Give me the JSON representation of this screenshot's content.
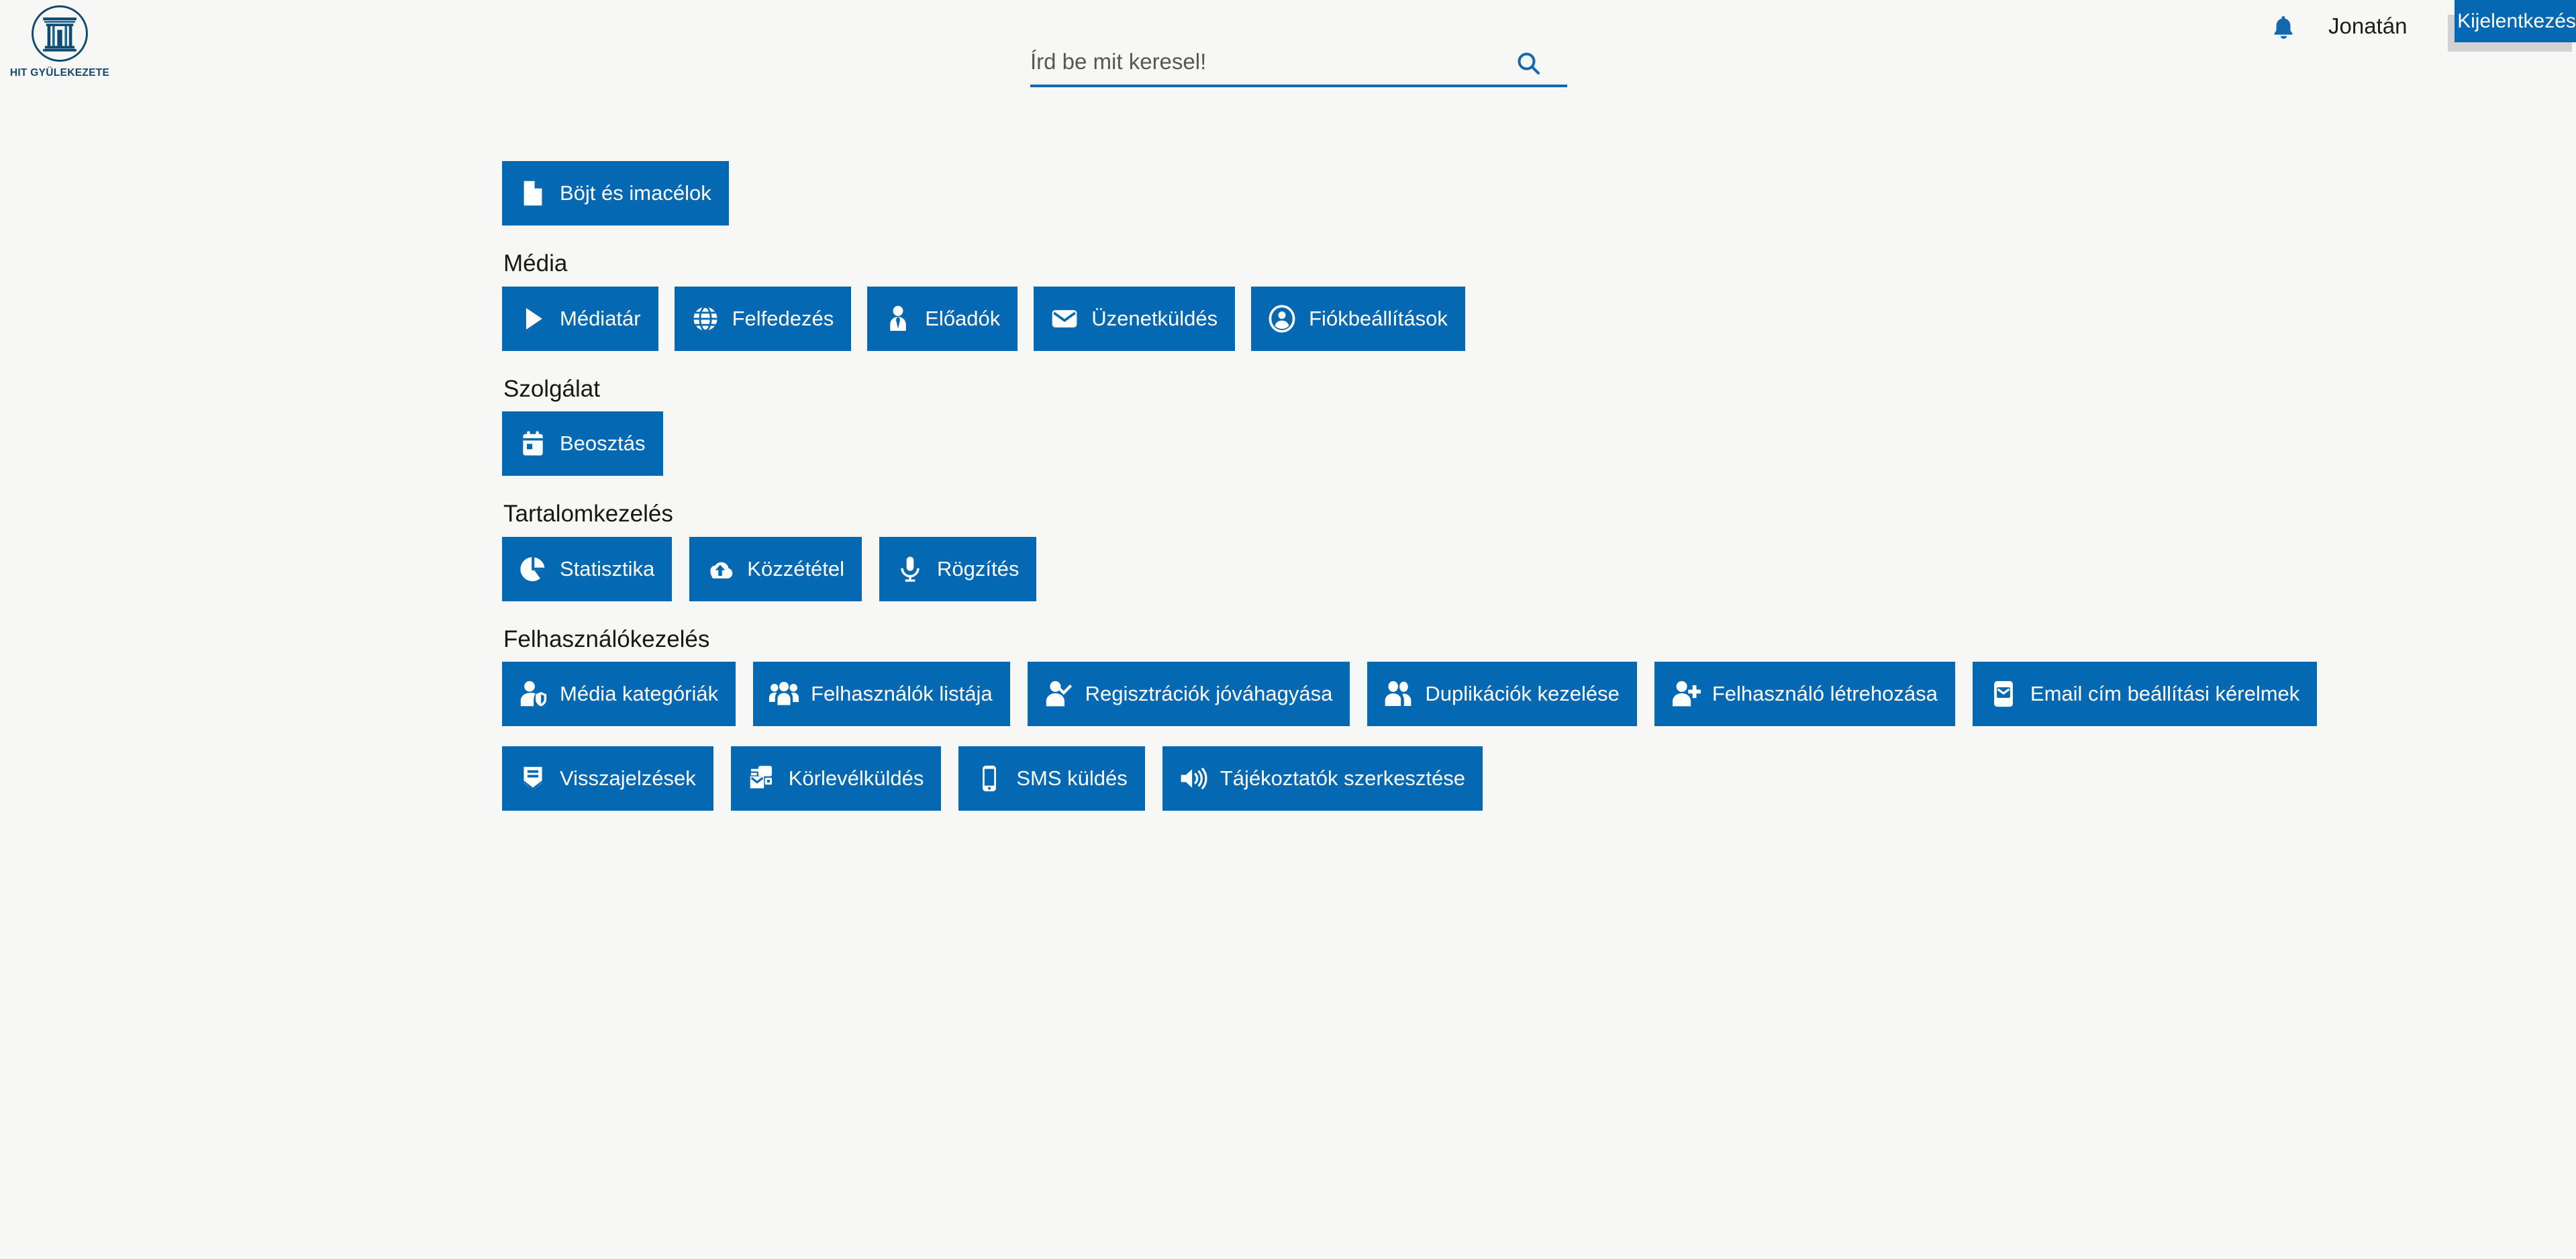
{
  "brand": {
    "logo_icon": "temple-logo-icon",
    "name": "HIT GYÜLEKEZETE",
    "logo_color": "#114a70"
  },
  "header": {
    "search": {
      "placeholder": "Írd be mit keresel!",
      "value": "",
      "icon": "search-icon",
      "accent_color": "#1269b0"
    },
    "notifications_icon": "bell-icon",
    "username": "Jonatán",
    "logout_label": "Kijelentkezés"
  },
  "theme": {
    "tile_blue": "#0568b3",
    "tile_shadow": "#d2d2d2",
    "page_background": "#f7f7f5",
    "text_color": "#171717"
  },
  "main": {
    "top_tiles": [
      {
        "label": "Böjt és imacélok",
        "icon": "document-icon"
      }
    ],
    "sections": [
      {
        "title": "Média",
        "tiles": [
          {
            "label": "Médiatár",
            "icon": "play-icon"
          },
          {
            "label": "Felfedezés",
            "icon": "globe-icon"
          },
          {
            "label": "Előadók",
            "icon": "speaker-person-icon"
          },
          {
            "label": "Üzenetküldés",
            "icon": "envelope-icon"
          },
          {
            "label": "Fiókbeállítások",
            "icon": "account-circle-icon"
          }
        ]
      },
      {
        "title": "Szolgálat",
        "tiles": [
          {
            "label": "Beosztás",
            "icon": "calendar-icon"
          }
        ]
      },
      {
        "title": "Tartalomkezelés",
        "tiles": [
          {
            "label": "Statisztika",
            "icon": "pie-chart-icon"
          },
          {
            "label": "Közzététel",
            "icon": "cloud-upload-icon"
          },
          {
            "label": "Rögzítés",
            "icon": "microphone-icon"
          }
        ]
      },
      {
        "title": "Felhasználókezelés",
        "tiles": [
          {
            "label": "Média kategóriák",
            "icon": "user-shield-icon"
          },
          {
            "label": "Felhasználók listája",
            "icon": "users-group-icon"
          },
          {
            "label": "Regisztrációk jóváhagyása",
            "icon": "user-check-icon"
          },
          {
            "label": "Duplikációk kezelése",
            "icon": "user-duplicate-icon"
          },
          {
            "label": "Felhasználó létrehozása",
            "icon": "user-plus-icon"
          },
          {
            "label": "Email cím beállítási kérelmek",
            "icon": "mobile-mail-icon"
          },
          {
            "label": "Visszajelzések",
            "icon": "feedback-envelope-icon"
          },
          {
            "label": "Körlevélküldés",
            "icon": "mail-merge-icon"
          },
          {
            "label": "SMS küldés",
            "icon": "mobile-phone-icon"
          },
          {
            "label": "Tájékoztatók szerkesztése",
            "icon": "megaphone-speaker-icon"
          }
        ]
      }
    ]
  }
}
